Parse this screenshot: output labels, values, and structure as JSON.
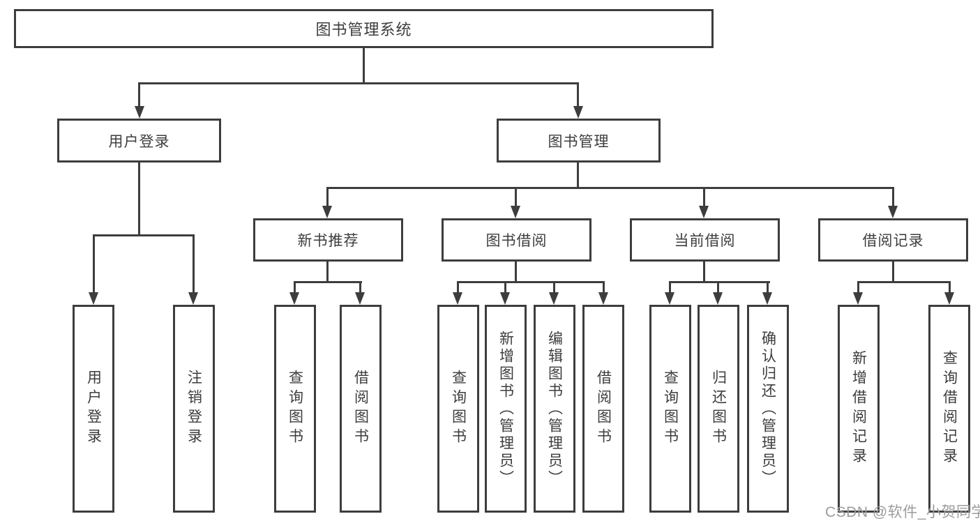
{
  "tree": {
    "root": {
      "label": "图书管理系统"
    },
    "children": [
      {
        "label": "用户登录",
        "children": [
          {
            "label": "用户登录"
          },
          {
            "label": "注销登录"
          }
        ]
      },
      {
        "label": "图书管理",
        "children": [
          {
            "label": "新书推荐",
            "children": [
              {
                "label": "查询图书"
              },
              {
                "label": "借阅图书"
              }
            ]
          },
          {
            "label": "图书借阅",
            "children": [
              {
                "label": "查询图书"
              },
              {
                "label": "新增图书（管理员）"
              },
              {
                "label": "编辑图书（管理员）"
              },
              {
                "label": "借阅图书"
              }
            ]
          },
          {
            "label": "当前借阅",
            "children": [
              {
                "label": "查询图书"
              },
              {
                "label": "归还图书"
              },
              {
                "label": "确认归还（管理员）"
              }
            ]
          },
          {
            "label": "借阅记录",
            "children": [
              {
                "label": "新增借阅记录"
              },
              {
                "label": "查询借阅记录"
              }
            ]
          }
        ]
      }
    ]
  },
  "watermark": {
    "text": "CSDN @软件_小贺同学"
  },
  "colors": {
    "line": "#3d3d3d",
    "watermark": "#9c9c9c",
    "background": "#ffffff"
  }
}
